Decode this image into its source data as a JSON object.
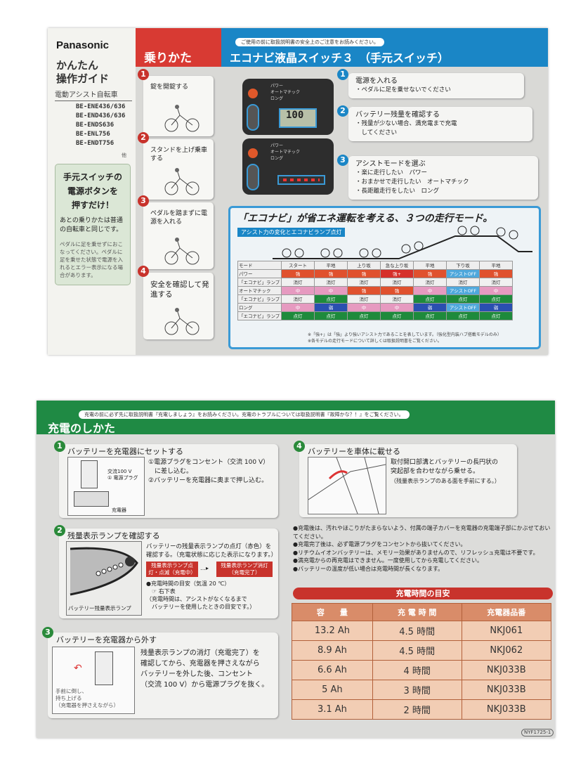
{
  "top": {
    "brand": "Panasonic",
    "guide_title": [
      "かんたん",
      "操作ガイド"
    ],
    "subtitle": "電動アシスト自転車",
    "models": [
      "BE-ENE436/636",
      "BE-END436/636",
      "BE-ENDS636",
      "BE-ENL756",
      "BE-ENDT756"
    ],
    "models_other": "他",
    "tip": {
      "line1": "手元スイッチの",
      "line2": "電源ボタンを",
      "line3": "押すだけ！",
      "body": "あとの乗りかたは普通の自転車と同じです。",
      "note": "ペダルに足を乗せずにおこなってください。ペダルに足を乗せた状態で電源を入れるとエラー表示になる場合があります。"
    },
    "riding_header": "乗りかた",
    "riding_steps": [
      {
        "num": "1",
        "text": "錠を開錠する"
      },
      {
        "num": "2",
        "text": "スタンドを上げ乗車する"
      },
      {
        "num": "3",
        "text": "ペダルを踏まずに電源を入れる"
      },
      {
        "num": "4",
        "text": "安全を確認して発進する"
      }
    ],
    "notice": "ご使用の前に取扱説明書の安全上のご注意をお読みください。",
    "switch_title": "エコナビ液晶スイッチ３　（手元スイッチ）",
    "display_value": "100",
    "panel_labels": [
      "パワー",
      "オートマチック",
      "ロング"
    ],
    "callouts": [
      {
        "num": "1",
        "title": "電源を入れる",
        "lines": [
          "・ペダルに足を乗せないでください"
        ]
      },
      {
        "num": "2",
        "title": "バッテリー残量を確認する",
        "lines": [
          "・残量が少ない場合、満充電まで充電",
          "　してください"
        ]
      },
      {
        "num": "3",
        "title": "アシストモードを選ぶ",
        "lines": [
          "・楽に走行したい　パワー",
          "・おまかせで走行したい　オートマチック",
          "・長距離走行をしたい　ロング"
        ]
      }
    ],
    "modes_title": "「エコナビ」が省エネ運転を考える、３つの走行モード。",
    "modes_subtitle": "アシスト力の変化とエコナビランプ点灯",
    "modes_table": {
      "header": [
        "モード",
        "スタート",
        "平地",
        "上り坂",
        "急な上り坂",
        "平地",
        "下り坂",
        "平地"
      ],
      "rows": [
        {
          "label": "パワー",
          "cells": [
            "強",
            "強",
            "強",
            "強+",
            "強",
            "アシストOFF",
            "強"
          ],
          "colors": [
            "#e0512e",
            "#e0512e",
            "#e0512e",
            "#d6302a",
            "#e0512e",
            "#4fa8dc",
            "#e0512e"
          ]
        },
        {
          "label": "「エコナビ」ランプ",
          "cells": [
            "消灯",
            "消灯",
            "消灯",
            "消灯",
            "消灯",
            "消灯",
            "消灯"
          ],
          "colors": [
            "#f0f0f0",
            "#f0f0f0",
            "#f0f0f0",
            "#f0f0f0",
            "#f0f0f0",
            "#f0f0f0",
            "#f0f0f0"
          ]
        },
        {
          "label": "オートマチック",
          "cells": [
            "中",
            "中",
            "強",
            "強",
            "中",
            "アシストOFF",
            "中"
          ],
          "colors": [
            "#e69ac0",
            "#e69ac0",
            "#e0512e",
            "#e0512e",
            "#e69ac0",
            "#4fa8dc",
            "#e69ac0"
          ]
        },
        {
          "label": "「エコナビ」ランプ",
          "cells": [
            "消灯",
            "点灯",
            "消灯",
            "消灯",
            "点灯",
            "点灯",
            "点灯"
          ],
          "colors": [
            "#f0f0f0",
            "#1e8a3c",
            "#f0f0f0",
            "#f0f0f0",
            "#1e8a3c",
            "#1e8a3c",
            "#1e8a3c"
          ]
        },
        {
          "label": "ロング",
          "cells": [
            "中",
            "弱",
            "中",
            "中",
            "弱",
            "アシストOFF",
            "弱"
          ],
          "colors": [
            "#e69ac0",
            "#2a4fb0",
            "#e69ac0",
            "#e69ac0",
            "#2a4fb0",
            "#4fa8dc",
            "#2a4fb0"
          ]
        },
        {
          "label": "「エコナビ」ランプ",
          "cells": [
            "点灯",
            "点灯",
            "点灯",
            "点灯",
            "点灯",
            "点灯",
            "点灯"
          ],
          "colors": [
            "#1e8a3c",
            "#1e8a3c",
            "#1e8a3c",
            "#1e8a3c",
            "#1e8a3c",
            "#1e8a3c",
            "#1e8a3c"
          ]
        }
      ],
      "notes": [
        "※「強+」は「強」より強いアシスト力であることを表しています。（強化型内装ハブ搭載モデルのみ）",
        "※各モデルの走行モードについて詳しくは取扱説明書をご覧ください。"
      ]
    }
  },
  "bottom": {
    "notice": "充電の前に必ず先に取扱説明書『充電しましょう』をお読みください。充電のトラブルについては取扱説明書『故障かな？！』をご覧ください。",
    "title": "充電のしかた",
    "step1": {
      "num": "1",
      "title": "バッテリーを充電器にセットする",
      "lines": [
        "①電源プラグをコンセント（交流 100 V）",
        "　に差し込む。",
        "②バッテリーを充電器に奥まで押し込む。"
      ],
      "labels": [
        "交流100 V",
        "① 電源プラグ",
        "充電器"
      ]
    },
    "step2": {
      "num": "2",
      "title": "残量表示ランプを確認する",
      "lines": [
        "バッテリーの残量表示ランプの点灯（赤色）を",
        "確認する。（充電状態に応じた表示になります。）"
      ],
      "tag1": "残量表示ランプ点灯・点滅（充電中）",
      "tag2": "残量表示ランプ消灯（充電完了）",
      "time_note": [
        "●充電時間の目安（気温 20 ℃）",
        "　☞ 右下表",
        "（充電時間は、アシストがなくなるまで",
        "　バッテリーを使用したときの目安です。）"
      ],
      "caption": "バッテリー残量表示ランプ"
    },
    "step3": {
      "num": "3",
      "title": "バッテリーを充電器から外す",
      "lines": [
        "残量表示ランプの消灯（充電完了）を",
        "確認してから、充電器を押さえながら",
        "バッテリーを外した後、コンセント",
        "（交流 100 V）から電源プラグを抜く。"
      ],
      "caption": [
        "手前に倒し、",
        "持ち上げる",
        "（充電器を押さえながら）"
      ]
    },
    "step4": {
      "num": "4",
      "title": "バッテリーを車体に載せる",
      "lines": [
        "取付開口部溝とバッテリーの長円状の",
        "突起部を合わせながら乗せる。",
        "（残量表示ランプのある面を手前にする。）"
      ]
    },
    "bullets": [
      "●充電後は、汚れやほこりがたまらないよう、付属の端子カバーを充電器の充電端子部にかぶせておいてください。",
      "●充電完了後は、必ず電源プラグをコンセントから抜いてください。",
      "●リチウムイオンバッテリーは、メモリー効果がありませんので、リフレッシュ充電は不要です。",
      "●満充電からの再充電はできません。一度使用してから充電してください。",
      "●バッテリーの温度が低い場合は充電時間が長くなります。"
    ],
    "charge_table": {
      "title": "充電時間の目安",
      "header": [
        "容　　量",
        "充 電 時 間",
        "充電器品番"
      ],
      "rows": [
        [
          "13.2 Ah",
          "4.5 時間",
          "NKJ061"
        ],
        [
          "8.9 Ah",
          "4.5 時間",
          "NKJ062"
        ],
        [
          "6.6 Ah",
          "4 時間",
          "NKJ033B"
        ],
        [
          "5 Ah",
          "3 時間",
          "NKJ033B"
        ],
        [
          "3.1 Ah",
          "2 時間",
          "NKJ033B"
        ]
      ]
    },
    "code": "NYF1725-1"
  },
  "colors": {
    "red": "#d83a33",
    "blue": "#1a86c6",
    "green": "#1f8a44"
  }
}
